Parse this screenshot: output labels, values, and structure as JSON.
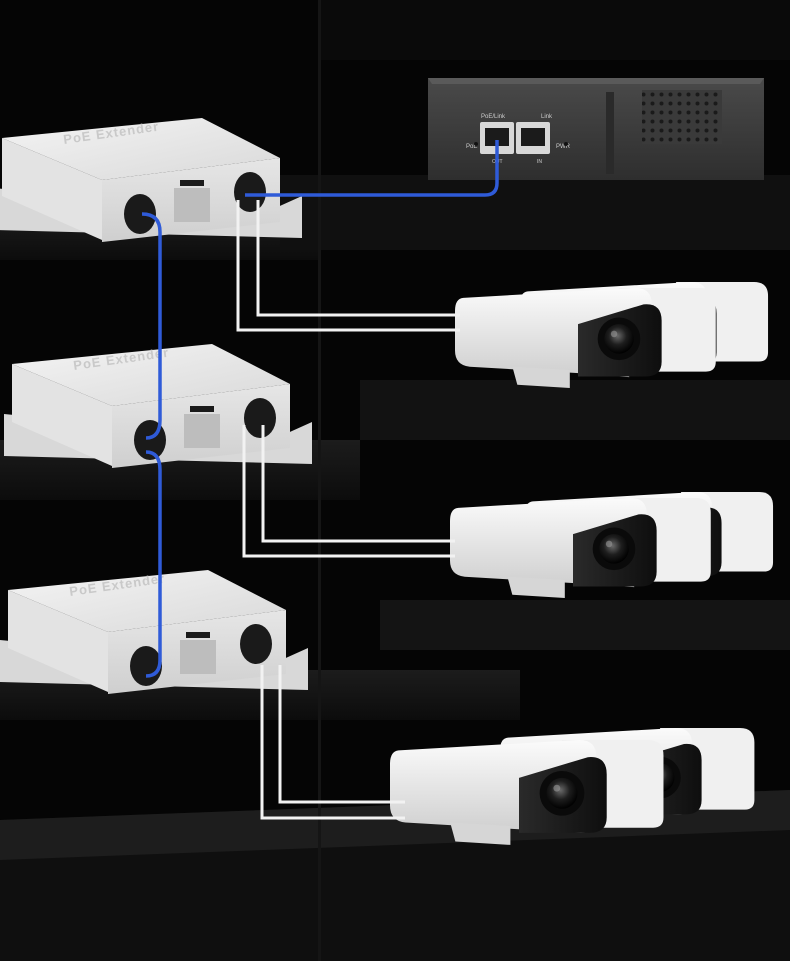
{
  "injector": {
    "port_poe_link": "PoE/Link",
    "port_link": "Link",
    "label_poe": "PoE",
    "label_pwr": "PWR",
    "label_out": "OUT",
    "label_in": "IN"
  },
  "extenders": [
    {
      "label": "PoE Extender"
    },
    {
      "label": "PoE Extender"
    },
    {
      "label": "PoE Extender"
    }
  ],
  "colors": {
    "background": "#050505",
    "uplink_cable": "#2f5bd8",
    "camera_cable": "#f2f2f2",
    "device_body": "#ececec",
    "injector_body": "#3a3a3a"
  }
}
